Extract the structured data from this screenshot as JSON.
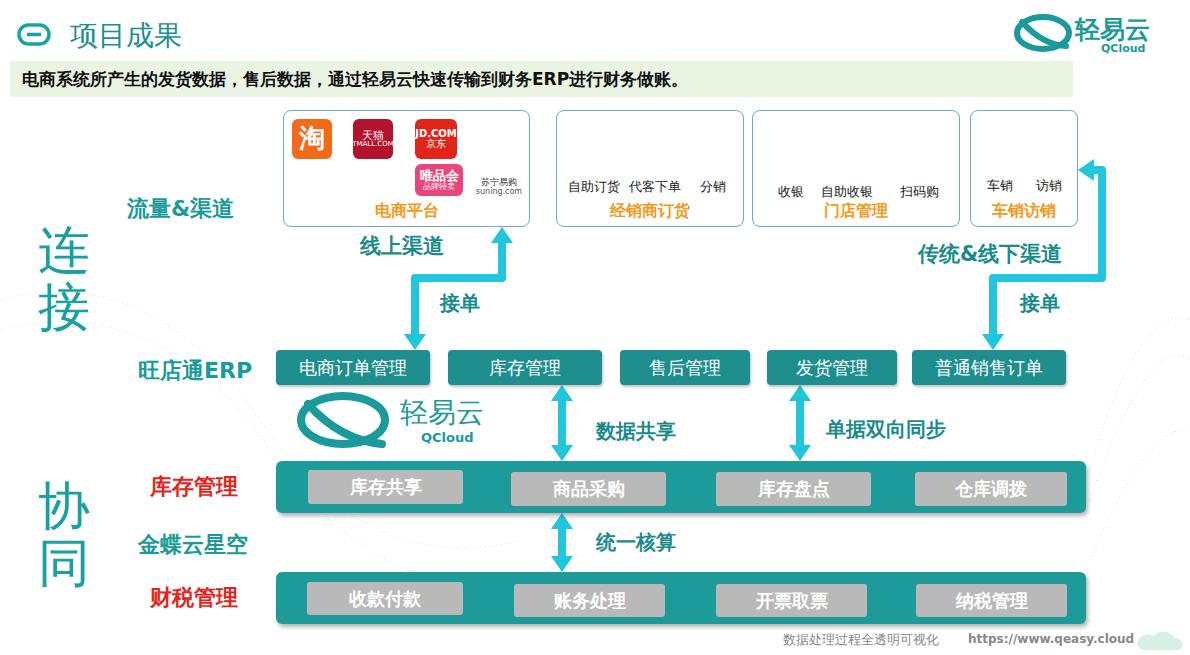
{
  "diagram": {
    "title": "项目成果",
    "nodes": [
      {
        "text": [
          "电商平台"
        ]
      },
      {
        "text": [
          "淘"
        ],
        "in": 0
      },
      {
        "text": [
          "天猫",
          "TMALL.COM"
        ],
        "in": 0
      },
      {
        "text": [
          "JD.COM",
          "京东"
        ],
        "in": 0
      },
      {
        "text": [
          "唯品会",
          "品牌特卖"
        ],
        "in": 0
      },
      {
        "text": [
          "苏宁易购",
          "suning.com"
        ],
        "in": 0
      },
      {
        "text": [
          "经销商订货"
        ]
      },
      {
        "text": [
          "自助订货"
        ],
        "in": 6
      },
      {
        "text": [
          "代客下单"
        ],
        "in": 6
      },
      {
        "text": [
          "分销"
        ],
        "in": 6
      },
      {
        "text": [
          "门店管理"
        ]
      },
      {
        "text": [
          "收银"
        ],
        "in": 10
      },
      {
        "text": [
          "自助收银"
        ],
        "in": 10
      },
      {
        "text": [
          "扫码购"
        ],
        "in": 10
      },
      {
        "text": [
          "车销访销"
        ]
      },
      {
        "text": [
          "车销"
        ],
        "in": 14
      },
      {
        "text": [
          "访销"
        ],
        "in": 14
      },
      {
        "text": [
          "电商订单管理"
        ]
      },
      {
        "text": [
          "库存管理"
        ]
      },
      {
        "text": [
          "售后管理"
        ]
      },
      {
        "text": [
          "发货管理"
        ]
      },
      {
        "text": [
          "普通销售订单"
        ]
      },
      {
        "text": [
          "库存管理"
        ]
      },
      {
        "text": [
          "库存共享"
        ],
        "in": 22
      },
      {
        "text": [
          "商品采购"
        ],
        "in": 22
      },
      {
        "text": [
          "库存盘点"
        ],
        "in": 22
      },
      {
        "text": [
          "仓库调拨"
        ],
        "in": 22
      },
      {
        "text": [
          "财税管理"
        ]
      },
      {
        "text": [
          "收款付款"
        ],
        "in": 27
      },
      {
        "text": [
          "账务处理"
        ],
        "in": 27
      },
      {
        "text": [
          "开票取票"
        ],
        "in": 27
      },
      {
        "text": [
          "纳税管理"
        ],
        "in": 27
      }
    ],
    "edges": [
      {
        "from": 0,
        "to": 17,
        "label": "接单",
        "arrow": "both"
      },
      {
        "from": 14,
        "to": 21,
        "label": "接单",
        "arrow": "both"
      },
      {
        "from": 18,
        "to": 22,
        "label": "数据共享",
        "arrow": "both"
      },
      {
        "from": 20,
        "to": 22,
        "label": "单据双向同步",
        "arrow": "both"
      },
      {
        "from": 22,
        "to": 27,
        "label": "统一核算",
        "arrow": "both"
      }
    ],
    "labels": [
      "电商系统所产生的发货数据，售后数据，通过轻易云快速传输到财务ERP进行财务做账。",
      "轻易云",
      "QCloud",
      "连接",
      "流量&渠道",
      "线上渠道",
      "传统&线下渠道",
      "旺店通ERP",
      "轻易云",
      "QCloud",
      "协同",
      "金蝶云星空",
      "数据处理过程全透明可视化",
      "https://www.qeasy.cloud"
    ]
  }
}
